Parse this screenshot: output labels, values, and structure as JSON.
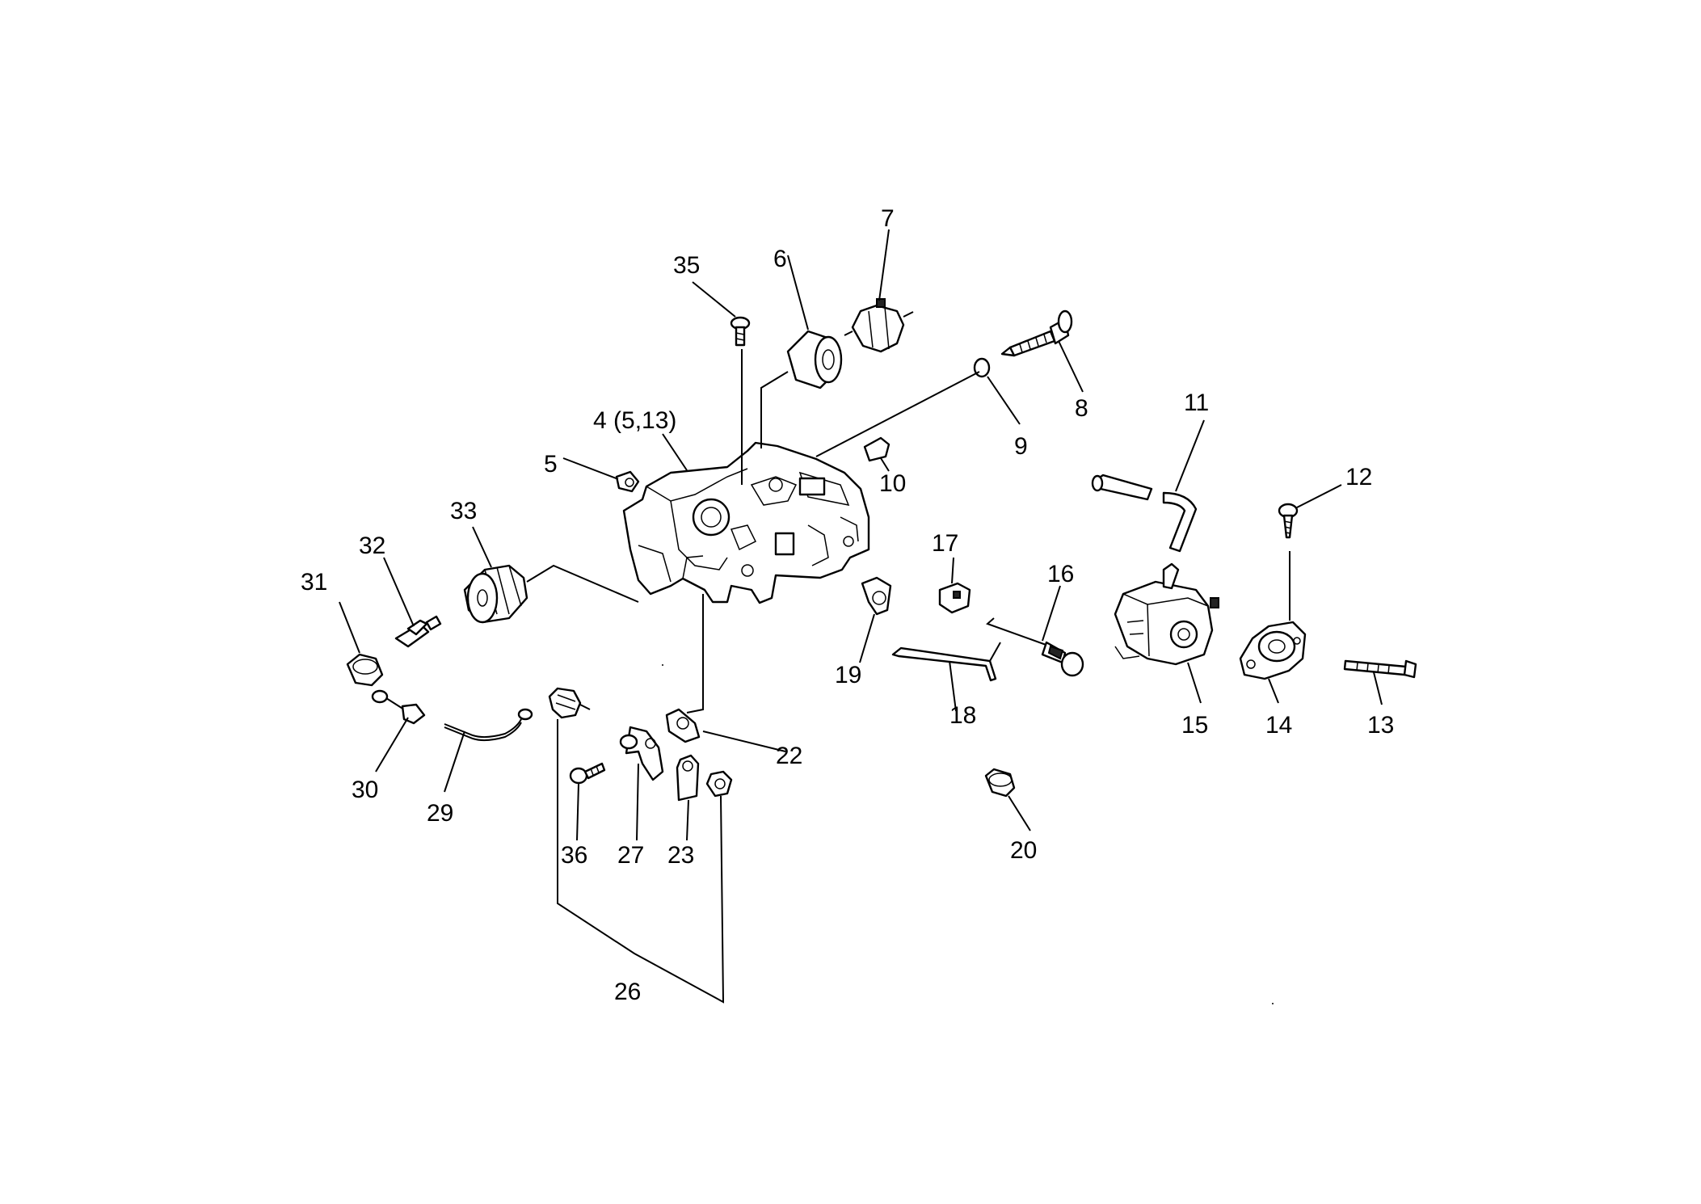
{
  "labels": {
    "l4": "4 (5,13)",
    "l5": "5",
    "l6": "6",
    "l7": "7",
    "l8": "8",
    "l9": "9",
    "l10": "10",
    "l11": "11",
    "l12": "12",
    "l13": "13",
    "l14": "14",
    "l15": "15",
    "l16": "16",
    "l17": "17",
    "l18": "18",
    "l19": "19",
    "l20": "20",
    "l22": "22",
    "l23": "23",
    "l26": "26",
    "l27": "27",
    "l29": "29",
    "l30": "30",
    "l31": "31",
    "l32": "32",
    "l33": "33",
    "l35": "35",
    "l36": "36"
  }
}
